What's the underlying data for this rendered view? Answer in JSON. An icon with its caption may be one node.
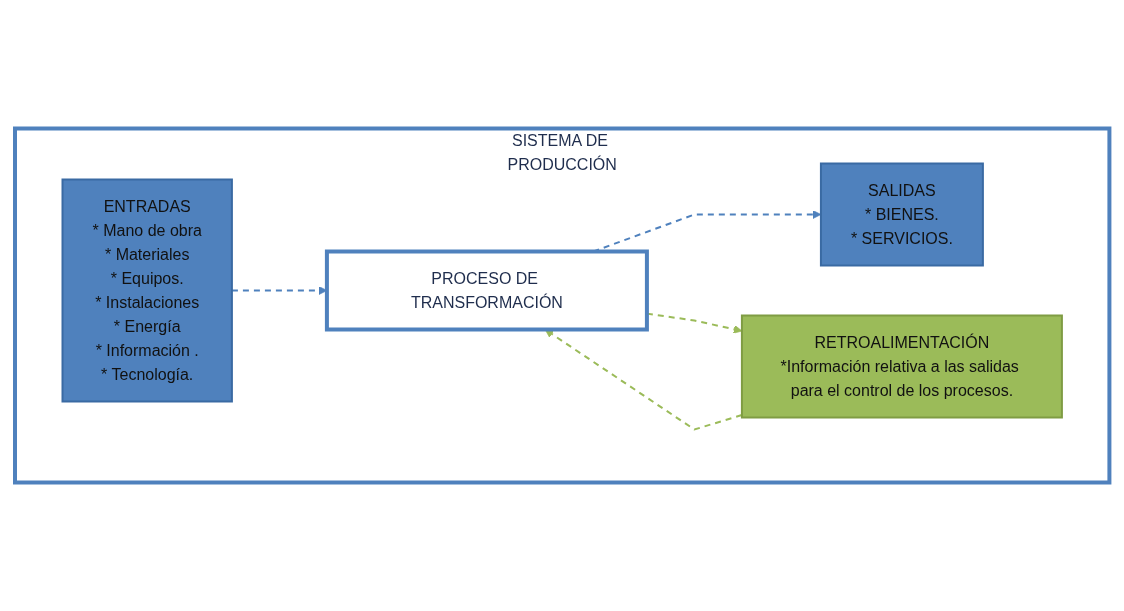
{
  "diagram": {
    "nodes": [
      {
        "text": [
          "SISTEMA DE PRODUCCIÓN"
        ]
      },
      {
        "text": [
          "ENTRADAS",
          "* Mano de obra",
          "* Materiales",
          "* Equipos.",
          "* Instalaciones",
          "* Energía",
          "* Información .",
          "* Tecnología."
        ],
        "in": 0
      },
      {
        "text": [
          "PROCESO DE TRANSFORMACIÓN"
        ],
        "in": 0
      },
      {
        "text": [
          "SALIDAS",
          "* BIENES.",
          "* SERVICIOS."
        ],
        "in": 0
      },
      {
        "text": [
          "RETROALIMENTACIÓN",
          "*Información relativa a las salidas para el control de los procesos."
        ],
        "in": 0
      }
    ],
    "edges": [
      {
        "from": 1,
        "to": 2,
        "arrow": "to",
        "style": "dashed",
        "color": "#4f81bd"
      },
      {
        "from": 2,
        "to": 3,
        "arrow": "to",
        "style": "dashed",
        "color": "#4f81bd"
      },
      {
        "from": 2,
        "to": 4,
        "arrow": "to",
        "style": "dashed",
        "color": "#9bbb59"
      },
      {
        "from": 4,
        "to": 2,
        "arrow": "to",
        "style": "dashed",
        "color": "#9bbb59"
      }
    ]
  }
}
